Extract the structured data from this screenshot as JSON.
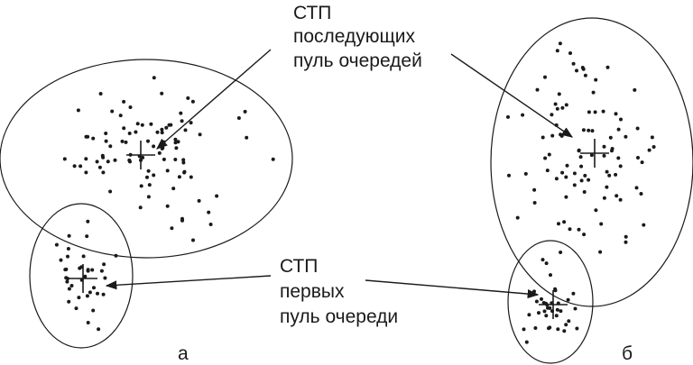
{
  "labels": {
    "top_line1": "СТП",
    "top_line2": "последующих",
    "top_line3": "пуль очередей",
    "bottom_line1": "СТП",
    "bottom_line2": "первых",
    "bottom_line3": "пуль очереди",
    "panel_a": "а",
    "panel_b": "б"
  },
  "colors": {
    "ink": "#1a1a1a",
    "background": "#ffffff"
  }
}
